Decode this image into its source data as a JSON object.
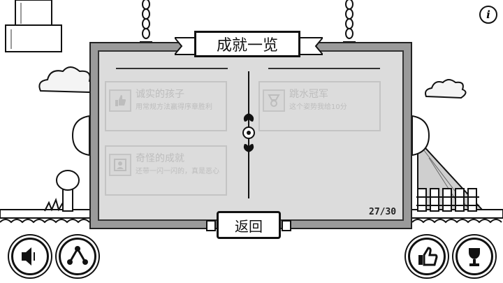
{
  "title": "成就一览",
  "achievements": [
    {
      "title": "诚实的孩子",
      "desc": "用常规方法赢得序章胜利",
      "icon": "thumbs-up-icon",
      "locked": true
    },
    {
      "title": "跳水冠军",
      "desc": "这个姿势我给10分",
      "icon": "medal-icon",
      "locked": true
    },
    {
      "title": "奇怪的成就",
      "desc": "还带一闪一闪的，真是恶心",
      "icon": "portrait-icon",
      "locked": true
    }
  ],
  "counter": "27/30",
  "back_label": "返回",
  "info_label": "i",
  "colors": {
    "ink": "#111111",
    "panel": "#dcdcdc",
    "frame": "#9a9a9a",
    "locked_text": "#bdbdbd"
  }
}
